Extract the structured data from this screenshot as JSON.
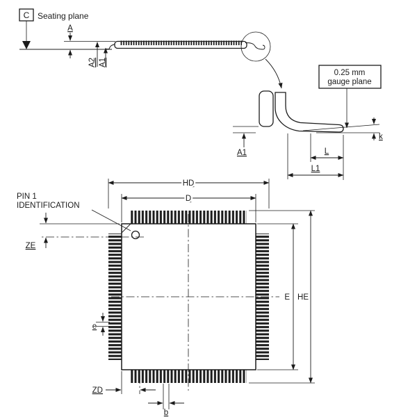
{
  "colors": {
    "ink": "#1b1b1b",
    "background": "#ffffff"
  },
  "seating": {
    "datum_label": "C",
    "caption": "Seating plane"
  },
  "side": {
    "a": "A",
    "a2": "A2",
    "a1": "A1"
  },
  "detail": {
    "gauge1": "0.25 mm",
    "gauge2": "gauge plane",
    "a1": "A1",
    "l": "L",
    "l1": "L1",
    "k": "k"
  },
  "top": {
    "pin1a": "PIN 1",
    "pin1b": "IDENTIFICATION",
    "hd": "HD",
    "d": "D",
    "ze": "ZE",
    "e": "E",
    "he": "HE",
    "pitch": "e",
    "zd": "ZD",
    "b": "b"
  }
}
